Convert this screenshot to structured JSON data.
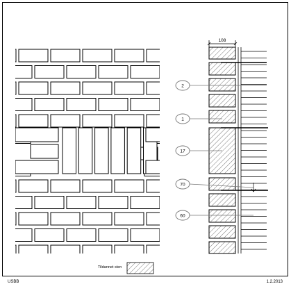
{
  "drawing": {
    "dimension_label": "108",
    "callouts": [
      "2",
      "1",
      "17",
      "70",
      "60"
    ],
    "legend_label": "Tildannet sten",
    "footer_left": "USBB",
    "footer_right": "1.2.2013"
  },
  "colors": {
    "line": "#000000",
    "leader": "#777777",
    "hatch": "#555555"
  }
}
